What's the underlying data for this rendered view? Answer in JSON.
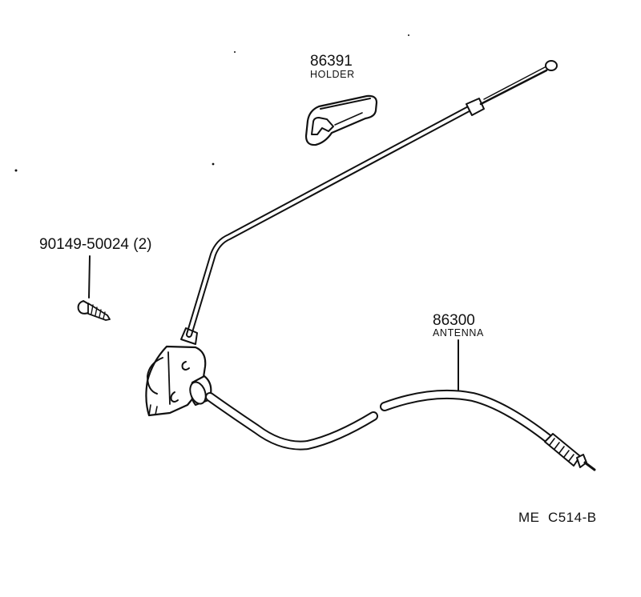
{
  "parts": {
    "holder": {
      "number": "86391",
      "name": "HOLDER"
    },
    "screw": {
      "number": "90149-50024 (2)"
    },
    "antenna": {
      "number": "86300",
      "name": "ANTENNA"
    }
  },
  "diagram_code": "ME  C514-B",
  "colors": {
    "ink": "#111111",
    "background": "#ffffff"
  }
}
